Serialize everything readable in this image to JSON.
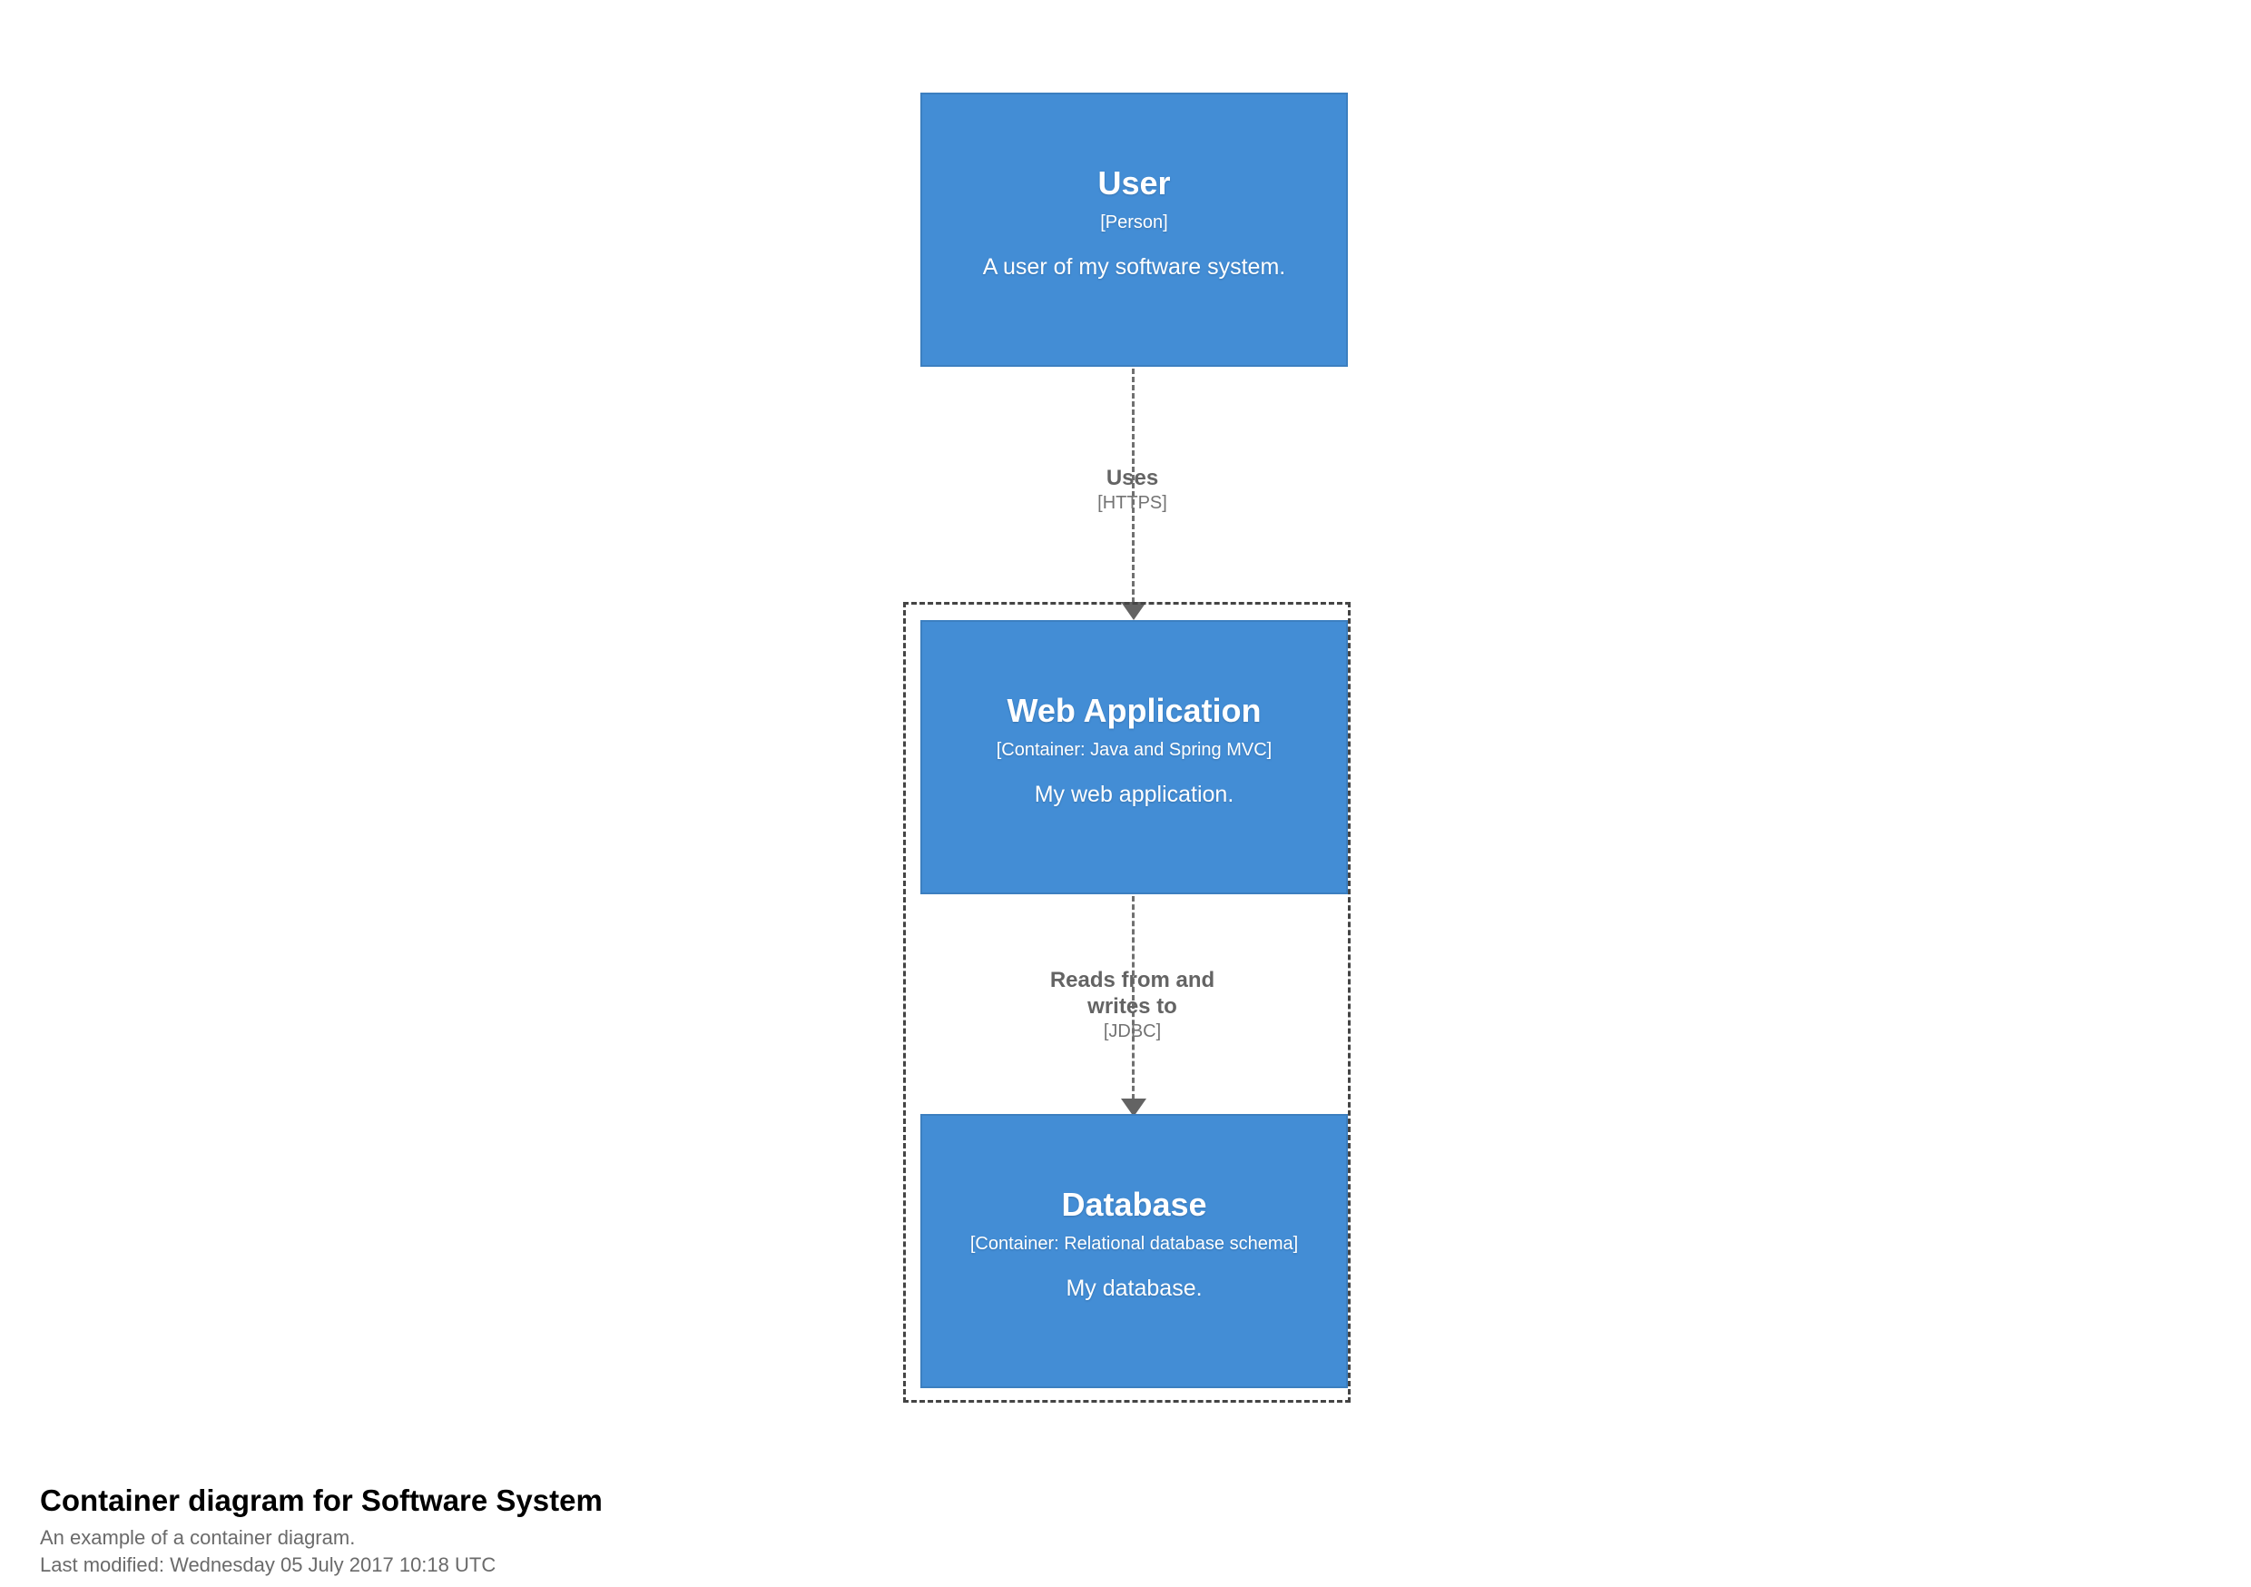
{
  "diagram": {
    "colors": {
      "element_fill": "#438dd5",
      "element_stroke": "#3c7fc0",
      "element_text": "#ffffff",
      "relationship": "#707070",
      "boundary_stroke": "#444444",
      "caption_title": "#000000",
      "caption_sub": "#6a6a6a",
      "background": "#ffffff"
    },
    "elements": [
      {
        "key": "user",
        "name": "User",
        "technology": "[Person]",
        "description": "A user of my software system."
      },
      {
        "key": "webapp",
        "name": "Web Application",
        "technology": "[Container: Java and Spring MVC]",
        "description": "My web application."
      },
      {
        "key": "database",
        "name": "Database",
        "technology": "[Container: Relational database schema]",
        "description": "My database."
      }
    ],
    "relationships": [
      {
        "key": "uses",
        "source": "user",
        "destination": "webapp",
        "description": "Uses",
        "technology": "[HTTPS]"
      },
      {
        "key": "reads_writes",
        "source": "webapp",
        "destination": "database",
        "description_line1": "Reads from and",
        "description_line2": "writes to",
        "technology": "[JDBC]"
      }
    ],
    "boundary": {
      "label": ""
    },
    "caption": {
      "title": "Container diagram for Software System",
      "subtitle": "An example of a container diagram.",
      "last_modified": "Last modified: Wednesday 05 July 2017 10:18 UTC"
    }
  }
}
